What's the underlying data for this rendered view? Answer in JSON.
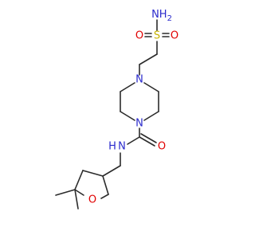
{
  "colors": {
    "bond": "#2b2b2b",
    "nitrogen": "#2a2acc",
    "oxygen": "#e00000",
    "sulfur": "#c8b400",
    "background": "#ffffff"
  },
  "atoms": {
    "nh2": {
      "label": "NH2",
      "element": "N"
    },
    "s": {
      "label": "S",
      "element": "S"
    },
    "o_left": {
      "label": "O",
      "element": "O"
    },
    "o_right": {
      "label": "O",
      "element": "O"
    },
    "n_top": {
      "label": "N",
      "element": "N"
    },
    "n_bottom": {
      "label": "N",
      "element": "N"
    },
    "o_carbonyl": {
      "label": "O",
      "element": "O"
    },
    "nh_amide": {
      "label": "H",
      "element": "N"
    },
    "n_amide": {
      "label": "N",
      "element": "N"
    },
    "o_ring": {
      "label": "O",
      "element": "O"
    }
  }
}
